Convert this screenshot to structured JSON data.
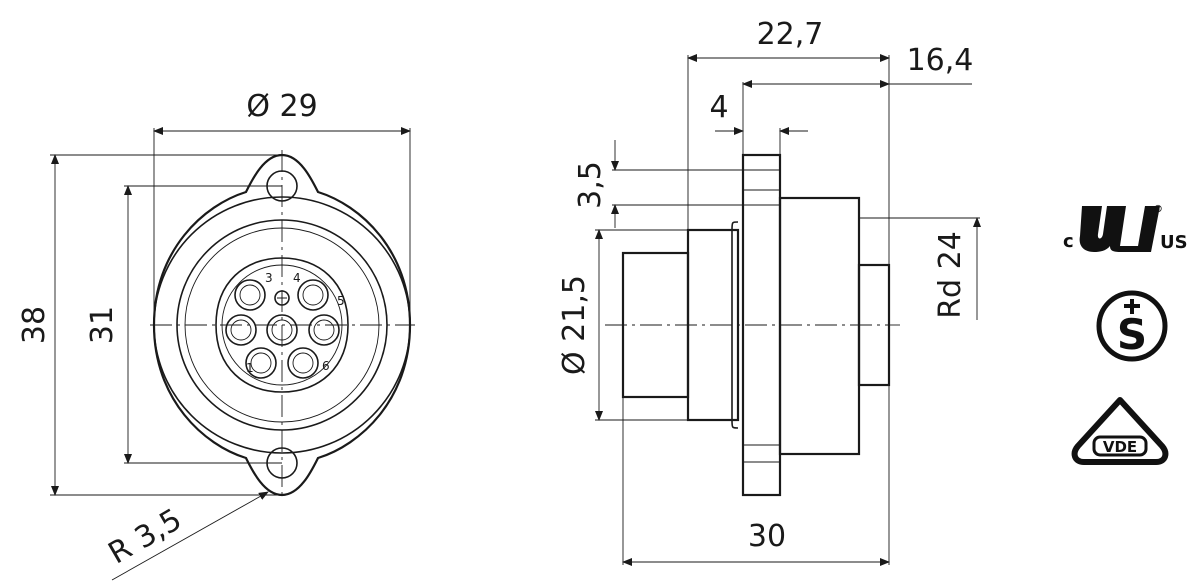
{
  "front_view": {
    "dim_diameter": "Ø 29",
    "dim_height_outer": "38",
    "dim_height_holes": "31",
    "dim_radius": "R 3,5",
    "pin_labels": [
      "1",
      "3",
      "4",
      "5",
      "6"
    ]
  },
  "side_view": {
    "dim_total_depth": "22,7",
    "dim_rear": "16,4",
    "dim_flange": "4",
    "dim_step": "3,5",
    "dim_front_diameter": "Ø 21,5",
    "dim_thread": "Rd 24",
    "dim_length": "30"
  },
  "certifications": {
    "ul_prefix": "c",
    "ul_suffix": "US",
    "ul_registered": "®",
    "semko_mark": "S",
    "vde_label": "VDE"
  }
}
